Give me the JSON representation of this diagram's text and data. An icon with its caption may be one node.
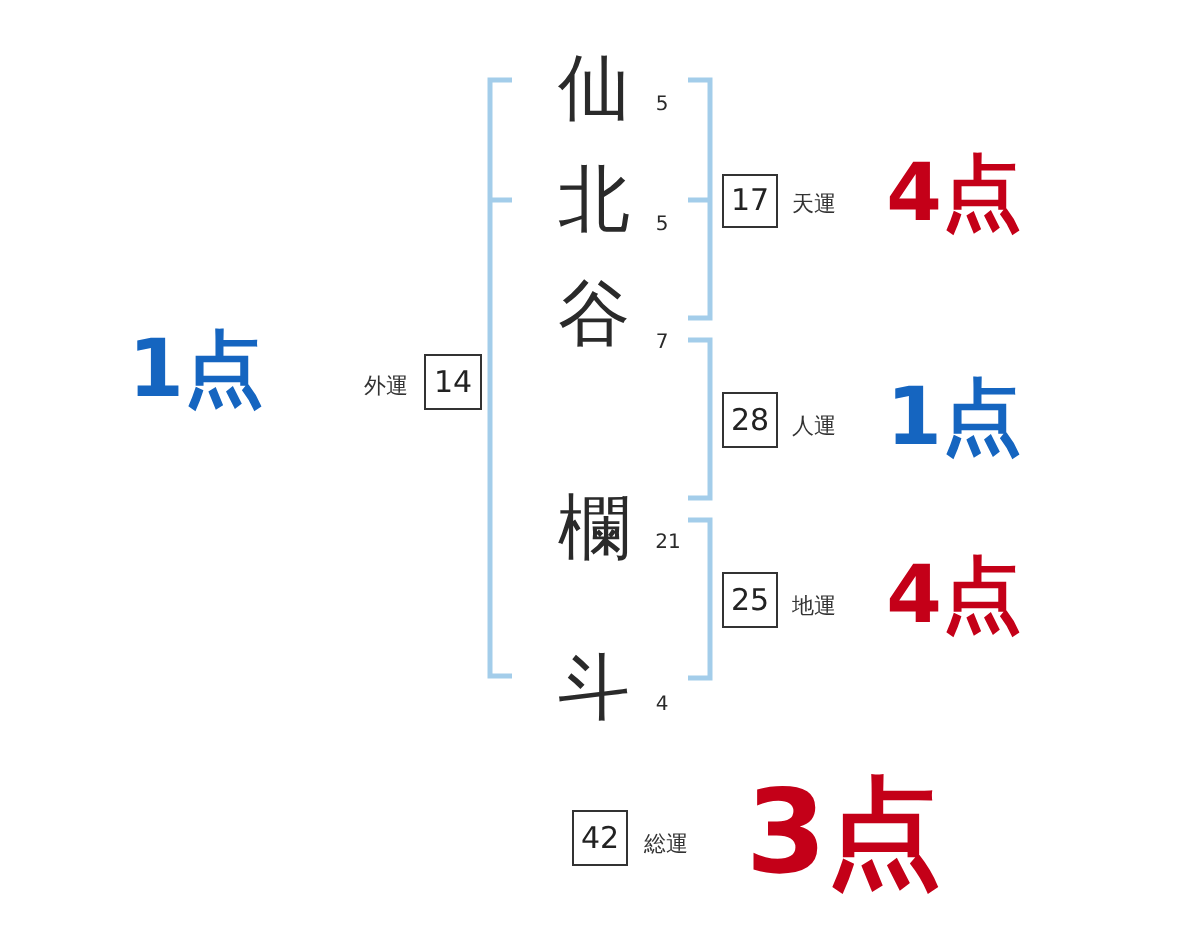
{
  "diagram": {
    "nodes": [
      {
        "text": [
          "14"
        ],
        "beside": [
          "外運",
          "1点"
        ]
      },
      {
        "text": [
          "17"
        ],
        "beside": [
          "天運",
          "4点"
        ]
      },
      {
        "text": [
          "28"
        ],
        "beside": [
          "人運",
          "1点"
        ]
      },
      {
        "text": [
          "25"
        ],
        "beside": [
          "地運",
          "4点"
        ]
      },
      {
        "text": [
          "42"
        ],
        "beside": [
          "総運",
          "3点"
        ]
      }
    ],
    "labels": [
      "仙",
      "5",
      "北",
      "5",
      "谷",
      "7",
      "欄",
      "21",
      "斗",
      "4"
    ]
  }
}
